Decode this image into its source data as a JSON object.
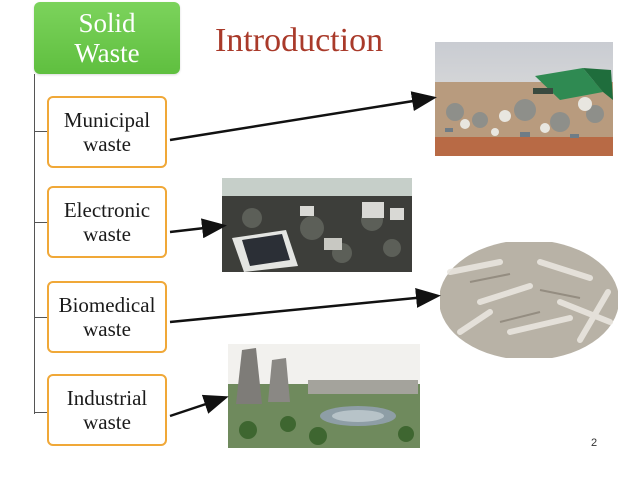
{
  "slide": {
    "root_line1": "Solid",
    "root_line2": "Waste",
    "title": "Introduction",
    "categories": [
      {
        "line1": "Municipal",
        "line2": "waste"
      },
      {
        "line1": "Electronic",
        "line2": "waste"
      },
      {
        "line1": "Biomedical",
        "line2": "waste"
      },
      {
        "line1": "Industrial",
        "line2": "waste"
      }
    ],
    "page_number": "2"
  },
  "colors": {
    "root_fill": "#6cc84c",
    "category_border": "#f0a838",
    "title_color": "#a93a2a"
  }
}
